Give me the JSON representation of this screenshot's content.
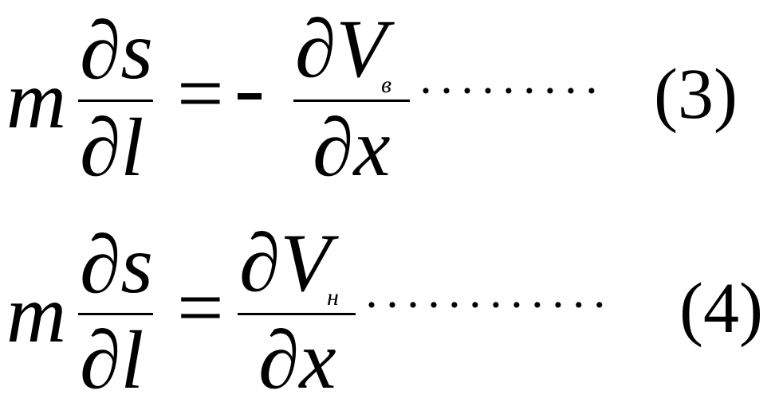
{
  "equations": [
    {
      "lhs": {
        "coef": "m",
        "num": "∂s",
        "den": "∂l"
      },
      "relation": "=",
      "sign": "-",
      "rhs": {
        "num": "∂V",
        "num_sub": "в",
        "den": "∂x"
      },
      "leader": "·········",
      "label": "(3)"
    },
    {
      "lhs": {
        "coef": "m",
        "num": "∂s",
        "den": "∂l"
      },
      "relation": "=",
      "sign": "",
      "rhs": {
        "num": "∂V",
        "num_sub": "н",
        "den": "∂x"
      },
      "leader": "············",
      "label": "(4)"
    }
  ]
}
